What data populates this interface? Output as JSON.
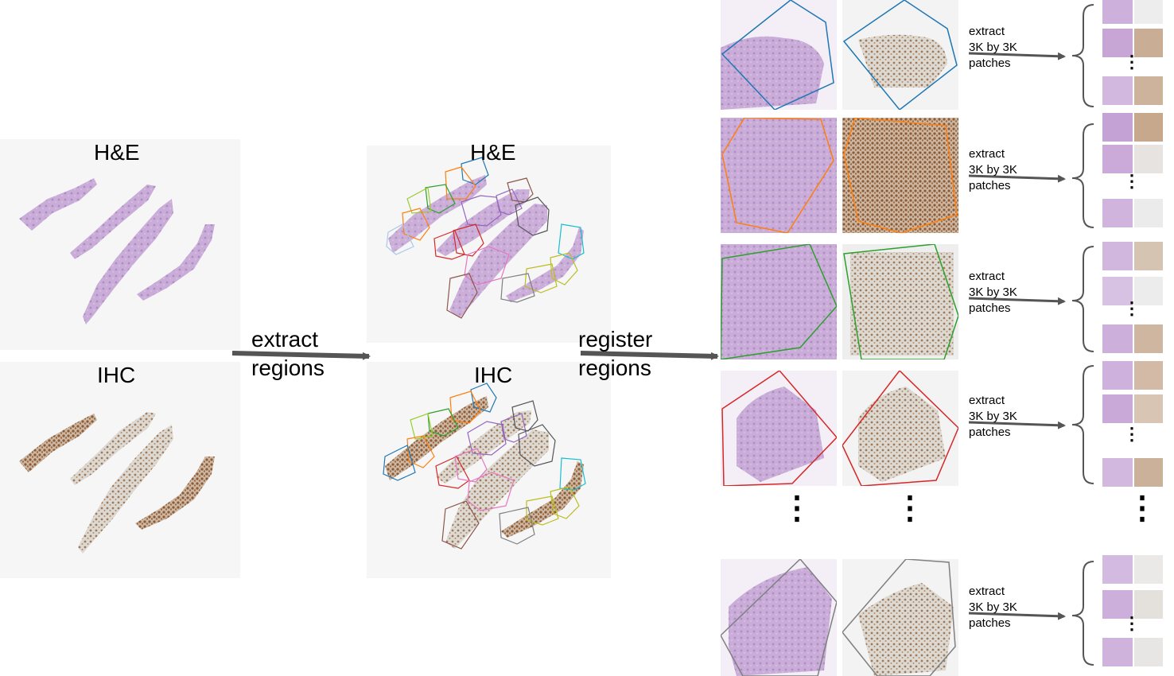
{
  "left_slides": {
    "he_label": "H&E",
    "ihc_label": "IHC"
  },
  "mid_slides": {
    "he_label": "H&E",
    "ihc_label": "IHC"
  },
  "step1": {
    "line1": "extract",
    "line2": "regions"
  },
  "step2": {
    "line1": "register",
    "line2": "regions"
  },
  "patch_label": {
    "line1": "extract",
    "line2": "3K by 3K",
    "line3": "patches"
  },
  "colors": {
    "he_tissue": "#c9a9d6",
    "ihc_tissue": "#d8d3cc",
    "ihc_stain": "#9b6a45",
    "arrow": "#555555",
    "region_blue": "#1f77b4",
    "region_orange": "#ff7f0e",
    "region_green": "#2ca02c",
    "region_red": "#d62728",
    "region_gray": "#7f7f7f"
  }
}
